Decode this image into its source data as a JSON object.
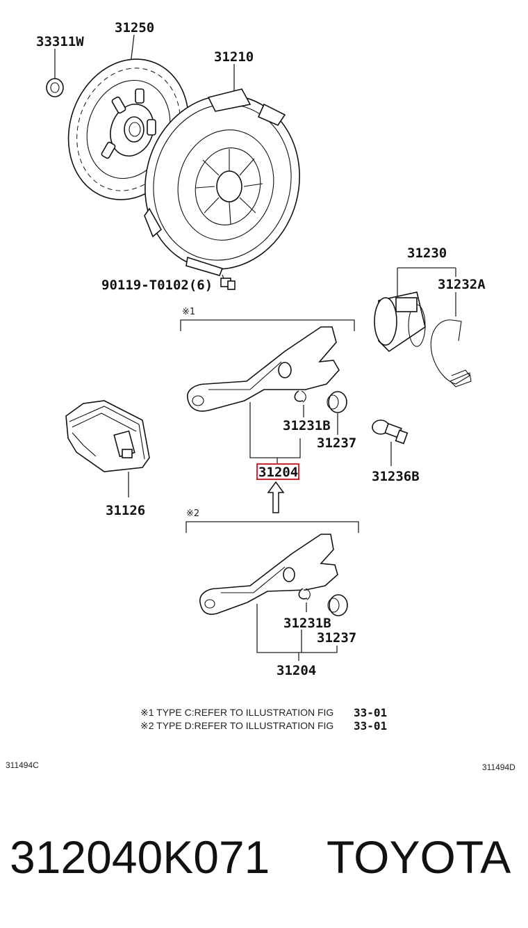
{
  "labels": {
    "p33311w": "33311W",
    "p31250": "31250",
    "p31210": "31210",
    "p90119": "90119-T0102(6)",
    "p31230": "31230",
    "p31232a": "31232A",
    "p31231b_1": "31231B",
    "p31237_1": "31237",
    "p31204_hl": "31204",
    "p31236b": "31236B",
    "p31126": "31126",
    "p31231b_2": "31231B",
    "p31237_2": "31237",
    "p31204_2": "31204"
  },
  "marks": {
    "m1": "※1",
    "m2": "※2"
  },
  "notes": {
    "n1_text": "※1   TYPE C:REFER TO ILLUSTRATION FIG",
    "n1_fig": "33-01",
    "n2_text": "※2   TYPE D:REFER TO ILLUSTRATION FIG",
    "n2_fig": "33-01"
  },
  "refs": {
    "left": "311494C",
    "right": "311494D"
  },
  "footer": {
    "part_number": "312040K071",
    "brand": "TOYOTA"
  },
  "colors": {
    "highlight": "#e0202a"
  },
  "icons": {
    "arrow": "up-arrow-icon"
  }
}
